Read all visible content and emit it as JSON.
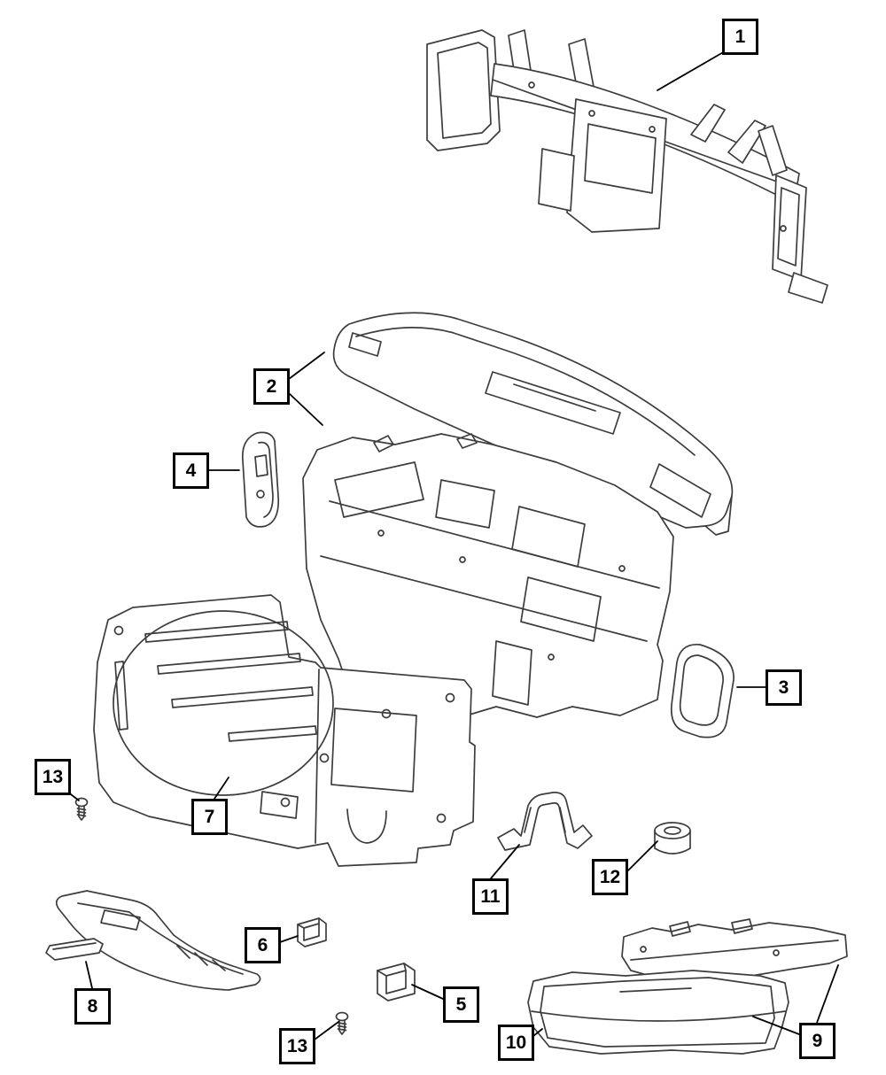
{
  "colors": {
    "background": "#ffffff",
    "part_line": "#3d3d3d",
    "callout_border": "#000000",
    "callout_text": "#000000"
  },
  "callouts": [
    {
      "label": "1"
    },
    {
      "label": "2"
    },
    {
      "label": "3"
    },
    {
      "label": "4"
    },
    {
      "label": "5"
    },
    {
      "label": "6"
    },
    {
      "label": "7"
    },
    {
      "label": "8"
    },
    {
      "label": "9"
    },
    {
      "label": "10"
    },
    {
      "label": "11"
    },
    {
      "label": "12"
    },
    {
      "label": "13"
    },
    {
      "label": "13"
    }
  ]
}
